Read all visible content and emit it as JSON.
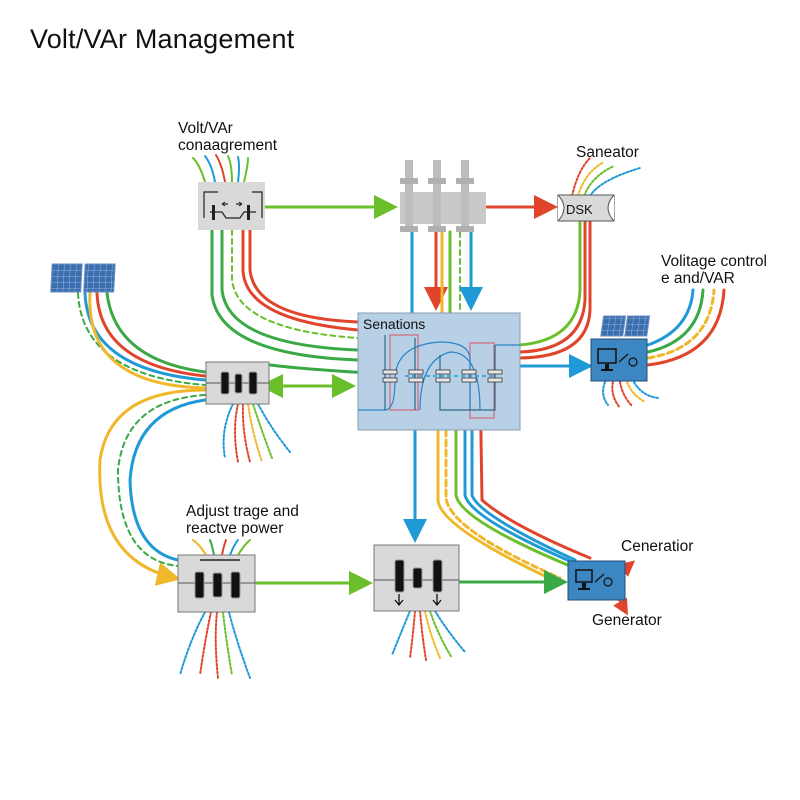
{
  "title": "Volt/VAr Management",
  "colors": {
    "green": "#6bbf2a",
    "red": "#e0452c",
    "blue": "#1f9ad6",
    "yellow": "#f0b72a",
    "dark_green": "#3aa845",
    "box_gray": "#d9d9d9",
    "panel_blue": "#b8d0e6",
    "device_blue": "#3c86c2"
  },
  "labels": {
    "volt_var_mgmt_line1": "Volt/VAr",
    "volt_var_mgmt_line2": "conaagrement",
    "saneator": "Saneator",
    "dsk": "DSK",
    "voltage_control_line1": "Volitage control",
    "voltage_control_line2": "e and/VAR",
    "senations": "Senations",
    "adjust_line1": "Adjust trage and",
    "adjust_line2": "reactve power",
    "ceneratior": "Ceneratior",
    "generator": "Generator"
  },
  "nodes": [
    {
      "id": "volt-var-controller",
      "label_ref": "volt_var_mgmt"
    },
    {
      "id": "switchgear",
      "label_ref": ""
    },
    {
      "id": "dsk-unit",
      "label_ref": "dsk"
    },
    {
      "id": "solar-array-left",
      "label_ref": ""
    },
    {
      "id": "junction-box-left",
      "label_ref": ""
    },
    {
      "id": "senations-panel",
      "label_ref": "senations"
    },
    {
      "id": "solar-inverter-right",
      "label_ref": "voltage_control"
    },
    {
      "id": "adjust-box",
      "label_ref": "adjust"
    },
    {
      "id": "tap-changer-box",
      "label_ref": ""
    },
    {
      "id": "generator-unit",
      "label_ref": "generator"
    }
  ]
}
